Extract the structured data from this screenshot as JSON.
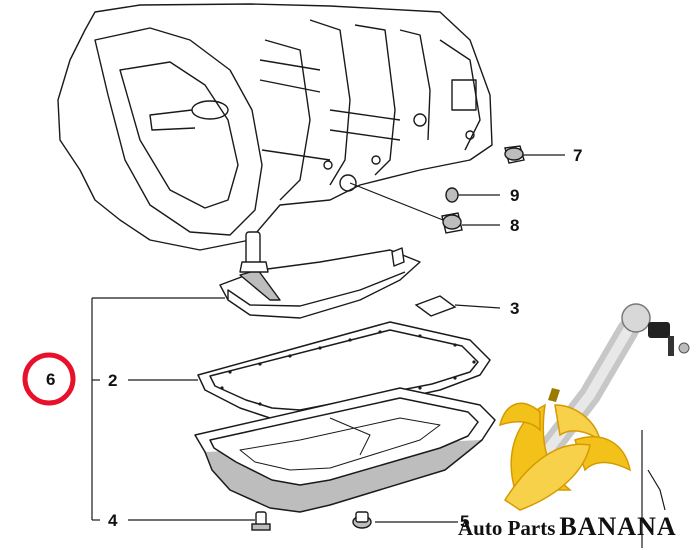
{
  "callouts": {
    "assembly": "6",
    "gasket": "2",
    "filter_seal": "3",
    "pan_bolt": "4",
    "plug_small": "5",
    "plug_top": "7",
    "plug_fill": "8",
    "seal_ring": "9"
  },
  "highlight": {
    "item": "6",
    "ring_color": "#e8102a"
  },
  "watermark": {
    "part1": "Auto Parts",
    "part2": "BANANA"
  },
  "colors": {
    "line": "#1a1a1a",
    "shade": "#bdbdbd",
    "banana": "#f2c21b",
    "banana_dark": "#d69a00"
  }
}
